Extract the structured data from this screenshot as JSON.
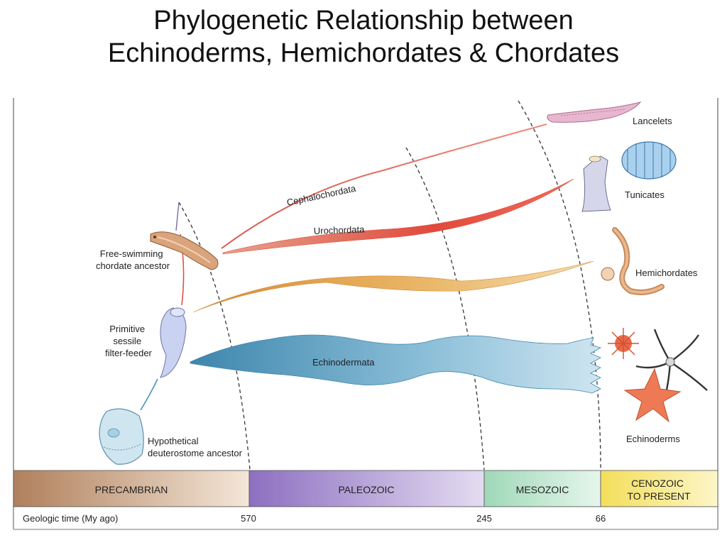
{
  "title": {
    "line1": "Phylogenetic Relationship between",
    "line2": "Echinoderms, Hemichordates & Chordates"
  },
  "diagram": {
    "ancestors": {
      "free_swimming": [
        "Free-swimming",
        "chordate ancestor"
      ],
      "sessile": [
        "Primitive",
        "sessile",
        "filter-feeder"
      ],
      "deuterostome": [
        "Hypothetical",
        "deuterostome ancestor"
      ]
    },
    "lineages": {
      "cephalochordata": "Cephalochordata",
      "urochordata": "Urochordata",
      "echinodermata": "Echinodermata"
    },
    "groups": {
      "lancelets": "Lancelets",
      "tunicates": "Tunicates",
      "hemichordates": "Hemichordates",
      "echinoderms": "Echinoderms"
    },
    "eras": [
      "PRECAMBRIAN",
      "PALEOZOIC",
      "MESOZOIC",
      "CENOZOIC",
      "TO PRESENT"
    ],
    "timeline": {
      "label": "Geologic time (My ago)",
      "ticks": [
        "570",
        "245",
        "66"
      ]
    },
    "colors": {
      "cephalochordata": "#d9544a",
      "urochordata": "#e04a3c",
      "hemichordata": "#e3a146",
      "echinodermata": "#5f9ec0",
      "precambrian": "#b98a67",
      "paleozoic": "#9b82c8",
      "mesozoic": "#a9dcc0",
      "cenozoic": "#f4e36a"
    }
  }
}
